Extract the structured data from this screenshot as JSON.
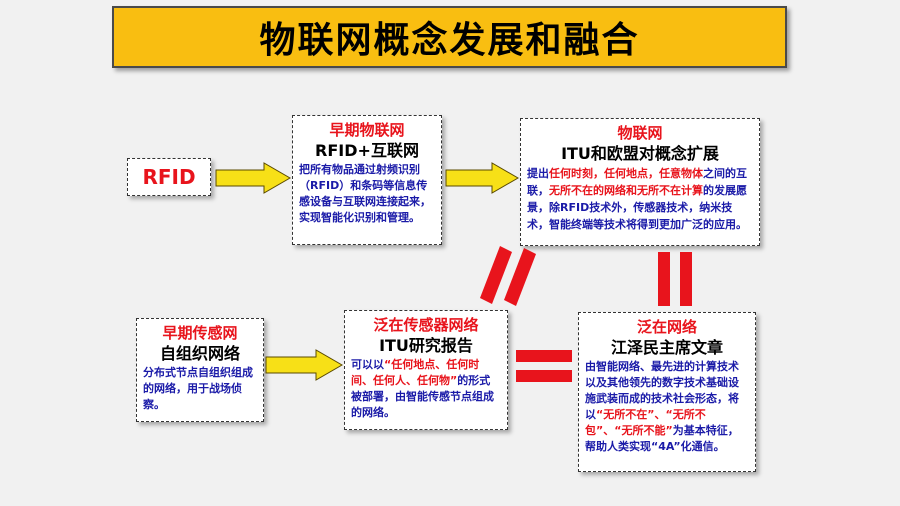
{
  "title": "物联网概念发展和融合",
  "rfid": "RFID",
  "early_iot": {
    "title": "早期物联网",
    "subtitle": "RFID+互联网",
    "body": "把所有物品通过射频识别（RFID）和条码等信息传感设备与互联网连接起来，实现智能化识别和管理。"
  },
  "iot": {
    "title": "物联网",
    "subtitle": "ITU和欧盟对概念扩展",
    "body_parts": [
      {
        "text": "提出",
        "red": false
      },
      {
        "text": "任何时刻，任何地点，任意物体",
        "red": true
      },
      {
        "text": "之间的互联，",
        "red": false
      },
      {
        "text": "无所不在的网络和无所不在计算",
        "red": true
      },
      {
        "text": "的发展愿景，除RFID技术外，传感器技术，纳米技术，智能终端等技术将得到更加广泛的应用。",
        "red": false
      }
    ]
  },
  "early_sensor": {
    "title": "早期传感网",
    "subtitle": "自组织网络",
    "body": "分布式节点自组织组成的网络，用于战场侦察。"
  },
  "ubiq_sensor": {
    "title": "泛在传感器网络",
    "subtitle": "ITU研究报告",
    "body_parts": [
      {
        "text": "可以以",
        "red": false
      },
      {
        "text": "“任何地点、任何时间、任何人、任何物”",
        "red": true
      },
      {
        "text": "的形式被部署，由智能传感节点组成的网络。",
        "red": false
      }
    ]
  },
  "ubiq_net": {
    "title": "泛在网络",
    "subtitle": "江泽民主席文章",
    "body_parts": [
      {
        "text": "由智能网络、最先进的计算技术以及其他领先的数字技术基础设施武装而成的技术社会形态，将以",
        "red": false
      },
      {
        "text": "“无所不在”、“无所不包”、“无所不能”",
        "red": true
      },
      {
        "text": "为基本特征，帮助人类实现“4A”化通信。",
        "red": false
      }
    ]
  },
  "colors": {
    "title_bg": "#f9be11",
    "accent_red": "#e8141c",
    "body_blue": "#1b1ba8",
    "arrow_yellow": "#f7e017"
  }
}
